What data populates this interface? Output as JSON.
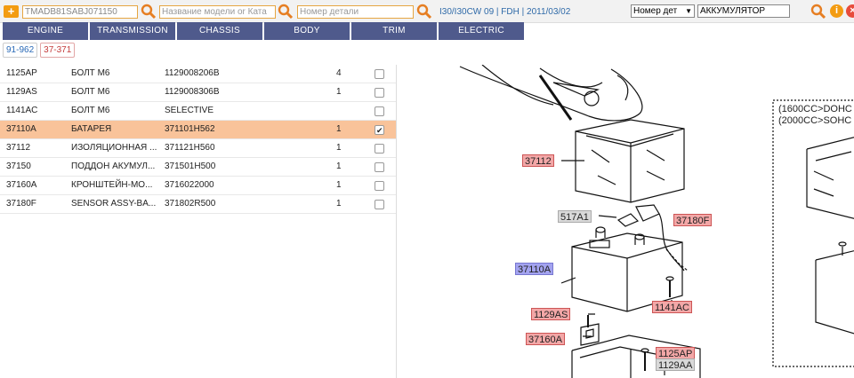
{
  "topbar": {
    "add_label": "+",
    "vin_value": "TMADB81SABJ071150",
    "model_placeholder": "Название модели or Ката",
    "part_placeholder": "Номер детали",
    "vin_info": "I30/I30CW 09 | FDH | 2011/03/02",
    "search_type_value": "Номер дет",
    "search_text_value": "АККУМУЛЯТОР",
    "info_label": "i"
  },
  "tabs": [
    "ENGINE",
    "TRANSMISSION",
    "CHASSIS",
    "BODY",
    "TRIM",
    "ELECTRIC"
  ],
  "group_buttons": [
    {
      "label": "91-962",
      "color": "blue"
    },
    {
      "label": "37-371",
      "color": "red"
    }
  ],
  "parts": [
    {
      "code": "1125AP",
      "name": "БОЛТ М6",
      "number": "1129008206B",
      "qty": "4",
      "checked": false,
      "selected": false
    },
    {
      "code": "1129AS",
      "name": "БОЛТ М6",
      "number": "1129008306B",
      "qty": "1",
      "checked": false,
      "selected": false
    },
    {
      "code": "1141AC",
      "name": "БОЛТ М6",
      "number": "SELECTIVE",
      "qty": "",
      "checked": false,
      "selected": false
    },
    {
      "code": "37110A",
      "name": "БАТАРЕЯ",
      "number": "371101H562",
      "qty": "1",
      "checked": true,
      "selected": true
    },
    {
      "code": "37112",
      "name": "ИЗОЛЯЦИОННАЯ ...",
      "number": "371121H560",
      "qty": "1",
      "checked": false,
      "selected": false
    },
    {
      "code": "37150",
      "name": "ПОДДОН АКУМУЛ...",
      "number": "371501H500",
      "qty": "1",
      "checked": false,
      "selected": false
    },
    {
      "code": "37160A",
      "name": "КРОНШТЕЙН-МО...",
      "number": "3716022000",
      "qty": "1",
      "checked": false,
      "selected": false
    },
    {
      "code": "37180F",
      "name": "SENSOR ASSY-BA...",
      "number": "371802R500",
      "qty": "1",
      "checked": false,
      "selected": false
    }
  ],
  "diagram": {
    "labels": [
      "37112",
      "517A1",
      "37180F",
      "37110A",
      "1141AC",
      "1129AS",
      "37160A",
      "1125AP",
      "1129AA"
    ],
    "notes": [
      "(1600CC>DOHC",
      "(2000CC>SOHC"
    ]
  },
  "colors": {
    "accent": "#f39c12",
    "tab_bg": "#4f5a8c",
    "selected_row": "#f9c39a",
    "label_red": "#f3a7a7",
    "label_blue": "#a3a3f0",
    "label_grey": "#d9d9d9"
  }
}
